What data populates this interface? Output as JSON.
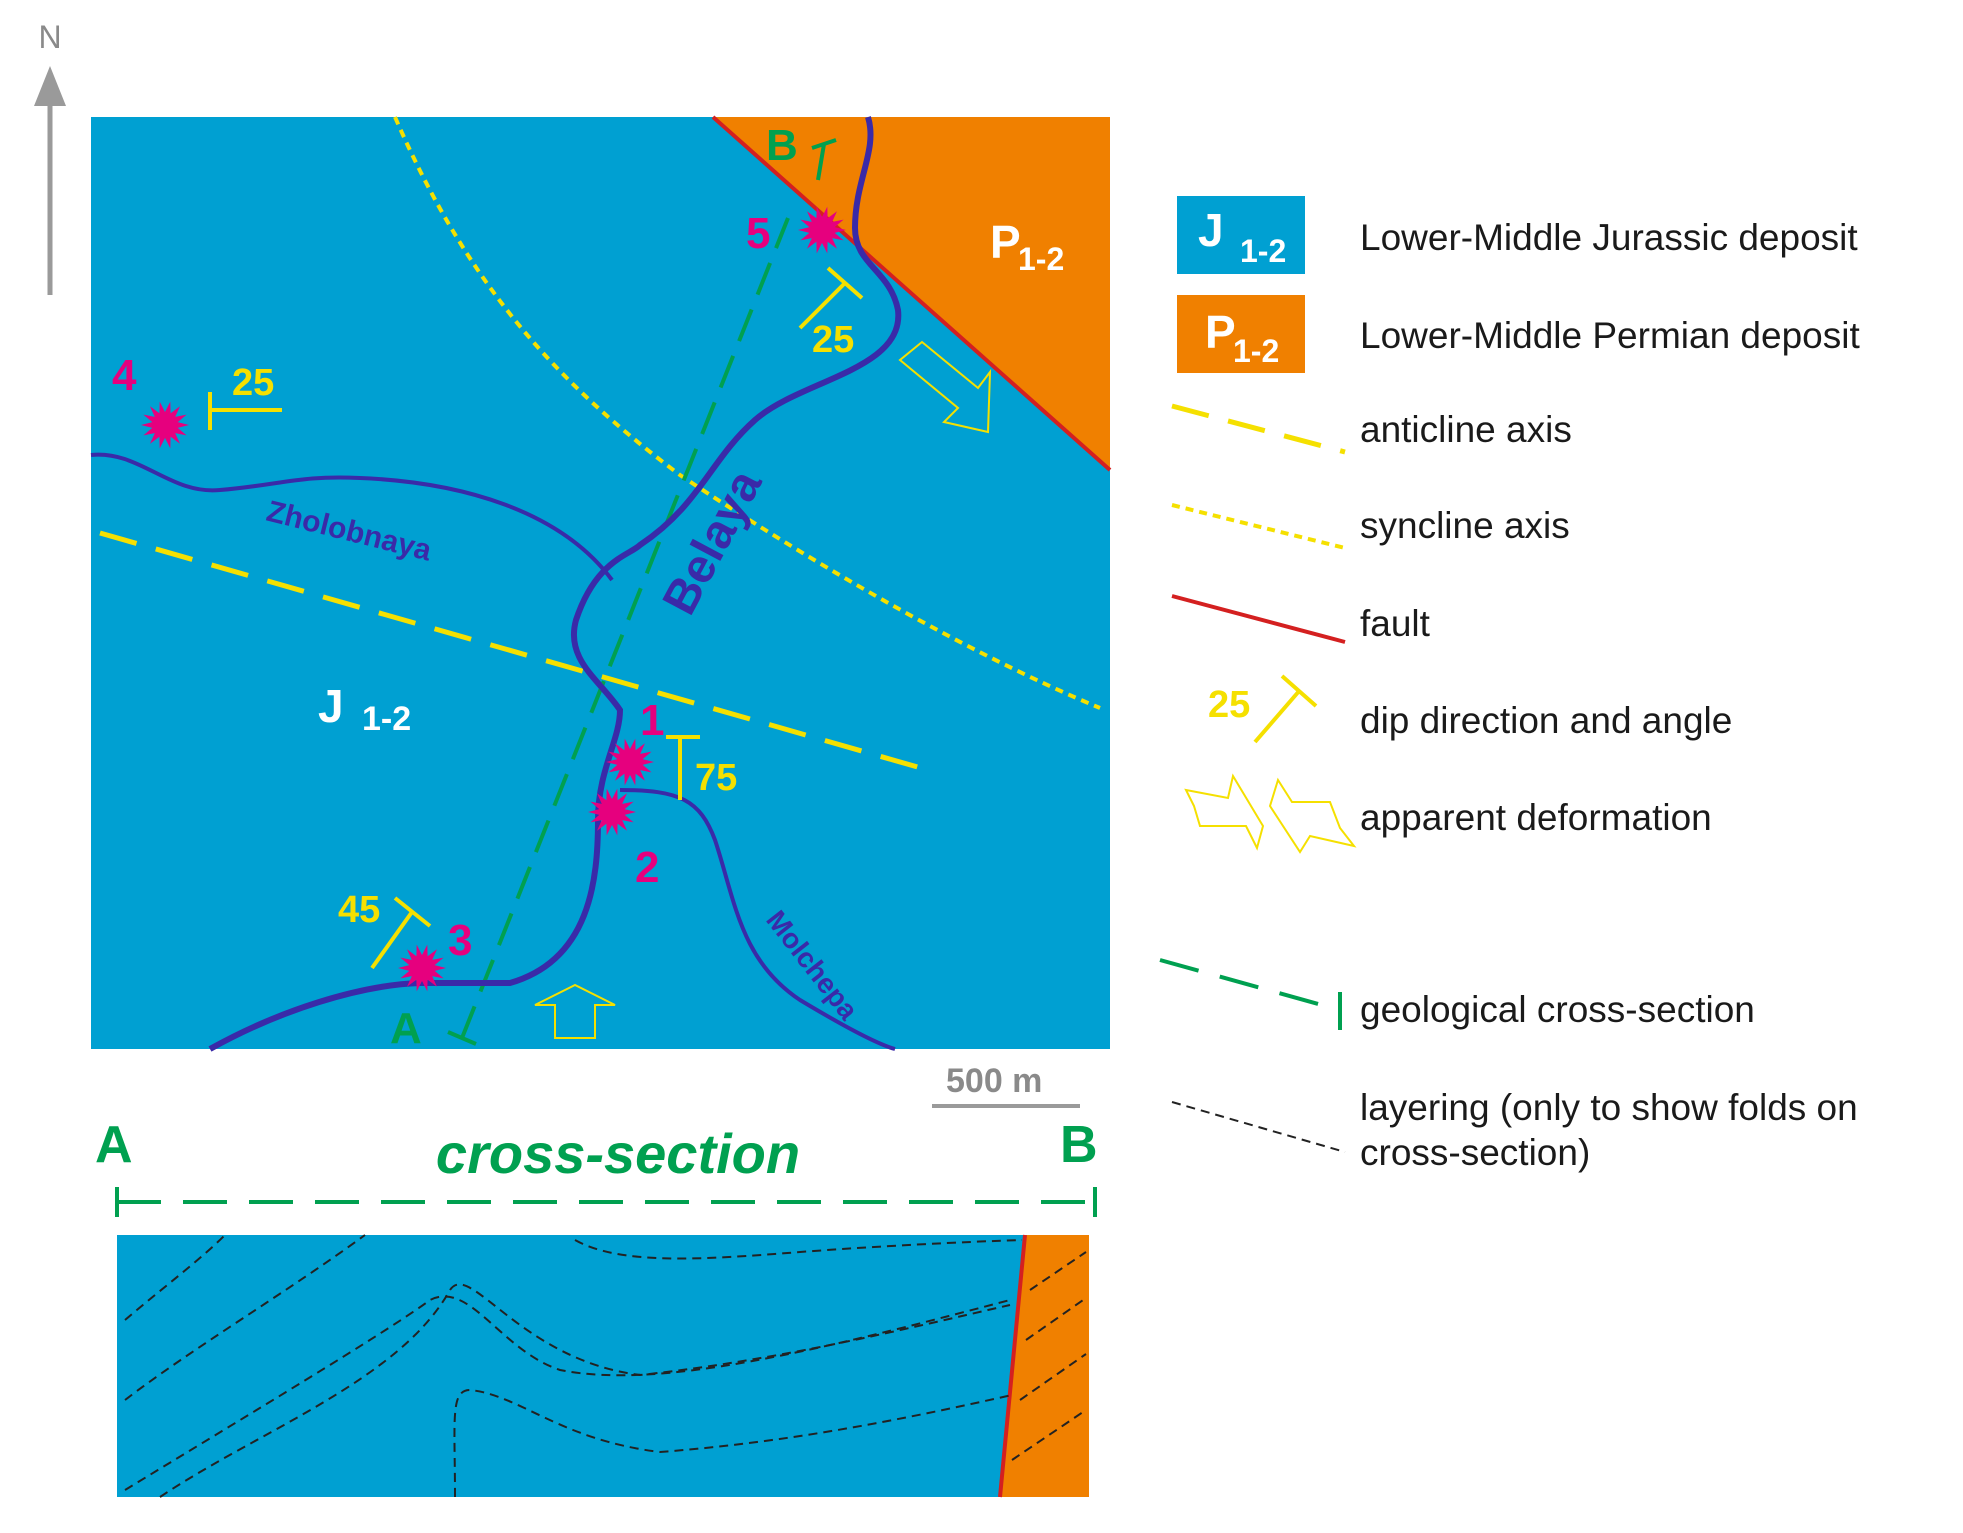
{
  "north_arrow": {
    "label": "N"
  },
  "units": {
    "jurassic": {
      "main": "J",
      "sub": "1-2"
    },
    "permian": {
      "main": "P",
      "sub": "1-2"
    }
  },
  "rivers": {
    "belaya": "Belaya",
    "zholobnaya": "Zholobnaya",
    "molchepa": "Molchepa"
  },
  "sites": [
    "1",
    "2",
    "3",
    "4",
    "5"
  ],
  "dips": {
    "site4": "25",
    "site5": "25",
    "site1": "75",
    "site3": "45"
  },
  "section_ends": {
    "start": "A",
    "end": "B"
  },
  "scale_bar": {
    "label": "500 m"
  },
  "cross_section": {
    "title": "cross-section",
    "start": "A",
    "end": "B"
  },
  "legend": {
    "jurassic": {
      "sym_main": "J",
      "sym_sub": "1-2",
      "label": "Lower-Middle Jurassic deposit"
    },
    "permian": {
      "sym_main": "P",
      "sym_sub": "1-2",
      "label": "Lower-Middle Permian deposit"
    },
    "anticline": {
      "label": "anticline axis"
    },
    "syncline": {
      "label": "syncline axis"
    },
    "fault": {
      "label": "fault"
    },
    "dip": {
      "sample_value": "25",
      "label": "dip direction and angle"
    },
    "deformation": {
      "label": "apparent deformation"
    },
    "section": {
      "label": "geological cross-section"
    },
    "layering": {
      "line1": "layering (only to show folds on",
      "line2": "cross-section)"
    }
  },
  "colors": {
    "jurassic": "#00a0d2",
    "permian": "#f08000",
    "river": "#3a2aa8",
    "site": "#e6007e",
    "dip_symbol": "#f5e000",
    "section_line": "#00a050",
    "fault": "#d42020",
    "scale_bar": "#8a8a8a"
  }
}
